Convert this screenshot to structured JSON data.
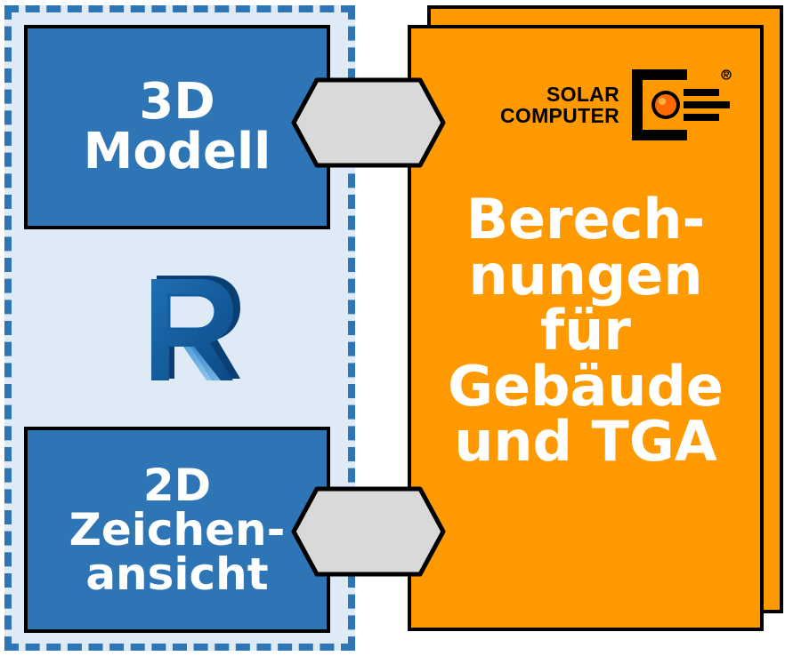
{
  "left": {
    "model_box": {
      "line1": "3D",
      "line2": "Modell"
    },
    "drawing_box": {
      "line1": "2D",
      "line2": "Zeichen-",
      "line3": "ansicht"
    },
    "logo_icon": "revit-r-logo-icon"
  },
  "right": {
    "brand": {
      "line1": "SOLAR",
      "line2": "COMPUTER",
      "icon": "solar-computer-logo-icon"
    },
    "description": {
      "line1": "Berech-",
      "line2": "nungen",
      "line3": "für",
      "line4": "Gebäude",
      "line5": "und TGA"
    }
  },
  "colors": {
    "blue": "#2e75b6",
    "light_blue": "#deeaf6",
    "orange": "#ff9900",
    "connector_gray": "#d9d9d9"
  }
}
